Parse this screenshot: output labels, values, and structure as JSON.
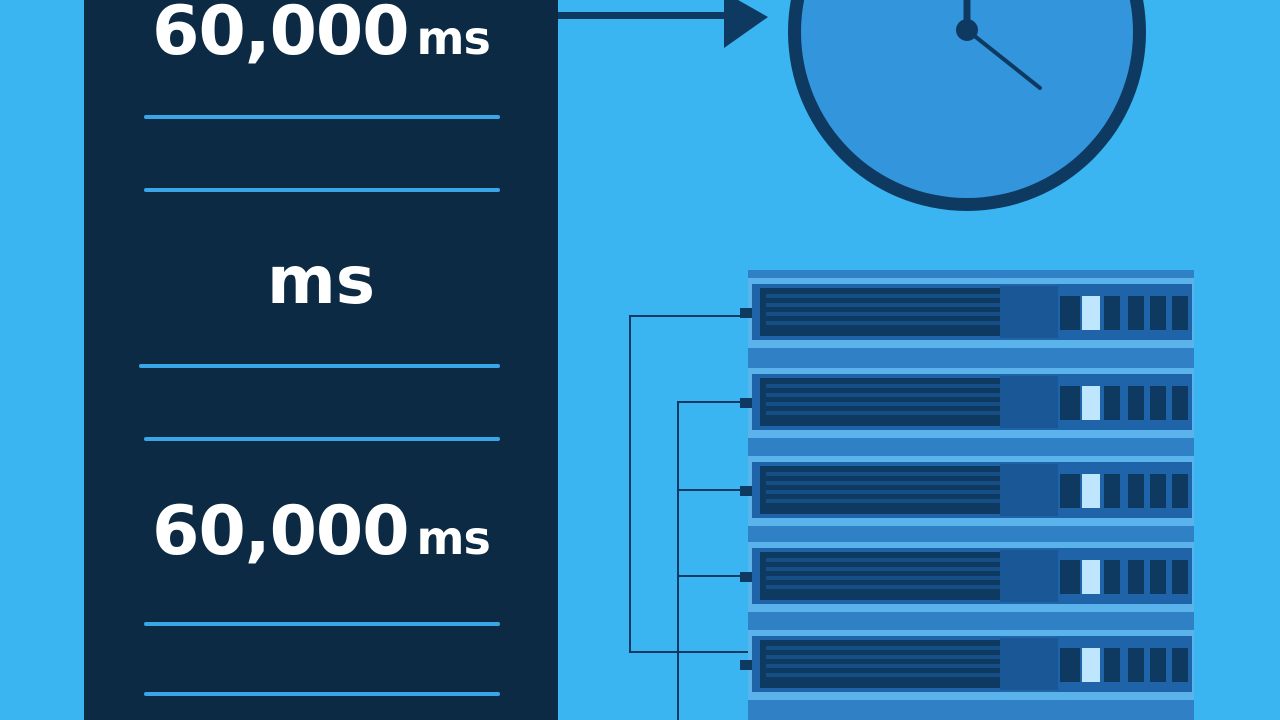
{
  "labels": {
    "top_value": "60,000",
    "top_unit": "ms",
    "middle_unit": "ms",
    "bottom_value": "60,000",
    "bottom_unit": "ms"
  },
  "icons": [
    "arrow-right-icon",
    "clock-icon",
    "server-rack-icon"
  ],
  "colors": {
    "background": "#3bb5f2",
    "panel": "#0c2a44",
    "rule": "#3aa6e8",
    "clock_face": "#3395dc",
    "dark_stroke": "#0e3a62",
    "server_slot": "#1f63a8"
  }
}
